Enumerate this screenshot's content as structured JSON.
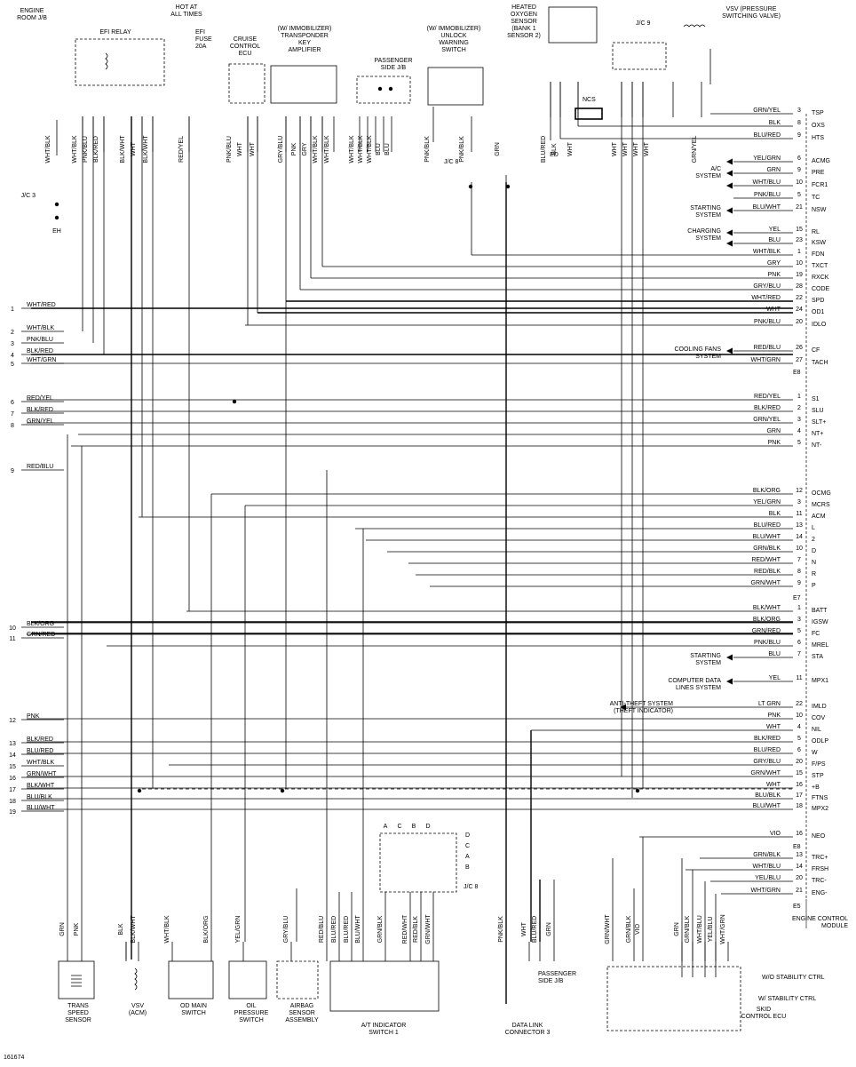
{
  "doc_id": "161674",
  "header": {
    "engine_room_jb": "ENGINE\nROOM J/B",
    "efi_relay": "EFI RELAY",
    "hot_at_all_times": "HOT AT\nALL TIMES",
    "efi_fuse": "EFI\nFUSE\n20A",
    "cruise_ecu": "CRUISE\nCONTROL\nECU",
    "immobilizer_amp": "(W/ IMMOBILIZER)\nTRANSPONDER\nKEY\nAMPLIFIER",
    "passenger_jb_top": "PASSENGER\nSIDE J/B",
    "unlock_switch": "(W/ IMMOBILIZER)\nUNLOCK\nWARNING\nSWITCH",
    "o2_sensor": "HEATED\nOXYGEN\nSENSOR\n(BANK 1\nSENSOR 2)",
    "jc9": "J/C 9",
    "vsv": "VSV (PRESSURE\nSWITCHING VALVE)",
    "jc3": "J/C 3",
    "eh": "EH",
    "jc8": "J/C 8",
    "ncs": "NCS",
    "ed": "ED"
  },
  "ecm_pins": [
    {
      "wire": "GRN/YEL",
      "num": "3",
      "name": "TSP"
    },
    {
      "wire": "BLK",
      "num": "8",
      "name": "OXS"
    },
    {
      "wire": "BLU/RED",
      "num": "9",
      "name": "HTS"
    },
    {
      "wire": "YEL/GRN",
      "num": "6",
      "name": "ACMG"
    },
    {
      "wire": "GRN",
      "num": "9",
      "name": "PRE"
    },
    {
      "wire": "WHT/BLU",
      "num": "10",
      "name": "FCR1"
    },
    {
      "wire": "PNK/BLU",
      "num": "5",
      "name": "TC"
    },
    {
      "wire": "BLU/WHT",
      "num": "21",
      "name": "NSW"
    },
    {
      "wire": "YEL",
      "num": "15",
      "name": "RL"
    },
    {
      "wire": "BLU",
      "num": "23",
      "name": "KSW"
    },
    {
      "wire": "WHT/BLK",
      "num": "1",
      "name": "FDN"
    },
    {
      "wire": "GRY",
      "num": "10",
      "name": "TXCT"
    },
    {
      "wire": "PNK",
      "num": "19",
      "name": "RXCK"
    },
    {
      "wire": "GRY/BLU",
      "num": "28",
      "name": "CODE"
    },
    {
      "wire": "WHT/RED",
      "num": "22",
      "name": "SPD"
    },
    {
      "wire": "WHT",
      "num": "24",
      "name": "OD1"
    },
    {
      "wire": "PNK/BLU",
      "num": "20",
      "name": "IDLO"
    },
    {
      "wire": "RED/BLU",
      "num": "26",
      "name": "CF"
    },
    {
      "wire": "WHT/GRN",
      "num": "27",
      "name": "TACH"
    },
    {
      "wire": "RED/YEL",
      "num": "1",
      "name": "S1"
    },
    {
      "wire": "BLK/RED",
      "num": "2",
      "name": "SLU"
    },
    {
      "wire": "GRN/YEL",
      "num": "3",
      "name": "SLT+"
    },
    {
      "wire": "GRN",
      "num": "4",
      "name": "NT+"
    },
    {
      "wire": "PNK",
      "num": "5",
      "name": "NT-"
    },
    {
      "wire": "BLK/ORG",
      "num": "12",
      "name": "OCMG"
    },
    {
      "wire": "YEL/GRN",
      "num": "3",
      "name": "MCRS"
    },
    {
      "wire": "BLK",
      "num": "11",
      "name": "ACM"
    },
    {
      "wire": "BLU/RED",
      "num": "13",
      "name": "L"
    },
    {
      "wire": "BLU/WHT",
      "num": "14",
      "name": "2"
    },
    {
      "wire": "GRN/BLK",
      "num": "10",
      "name": "D"
    },
    {
      "wire": "RED/WHT",
      "num": "7",
      "name": "N"
    },
    {
      "wire": "RED/BLK",
      "num": "8",
      "name": "R"
    },
    {
      "wire": "GRN/WHT",
      "num": "9",
      "name": "P"
    },
    {
      "wire": "BLK/WHT",
      "num": "1",
      "name": "BATT"
    },
    {
      "wire": "BLK/ORG",
      "num": "3",
      "name": "IGSW"
    },
    {
      "wire": "GRN/RED",
      "num": "5",
      "name": "FC"
    },
    {
      "wire": "PNK/BLU",
      "num": "6",
      "name": "MREL"
    },
    {
      "wire": "BLU",
      "num": "7",
      "name": "STA"
    },
    {
      "wire": "YEL",
      "num": "11",
      "name": "MPX1"
    },
    {
      "wire": "LT GRN",
      "num": "22",
      "name": "IMLD"
    },
    {
      "wire": "PNK",
      "num": "10",
      "name": "COV"
    },
    {
      "wire": "WHT",
      "num": "4",
      "name": "NIL"
    },
    {
      "wire": "BLK/RED",
      "num": "5",
      "name": "ODLP"
    },
    {
      "wire": "BLU/RED",
      "num": "6",
      "name": "W"
    },
    {
      "wire": "GRY/BLU",
      "num": "20",
      "name": "F/PS"
    },
    {
      "wire": "GRN/WHT",
      "num": "15",
      "name": "STP"
    },
    {
      "wire": "WHT",
      "num": "16",
      "name": "+B"
    },
    {
      "wire": "BLU/BLK",
      "num": "17",
      "name": "FTNS"
    },
    {
      "wire": "BLU/WHT",
      "num": "18",
      "name": "MPX2"
    },
    {
      "wire": "VIO",
      "num": "16",
      "name": "NEO"
    },
    {
      "wire": "GRN/BLK",
      "num": "13",
      "name": "TRC+"
    },
    {
      "wire": "WHT/BLU",
      "num": "14",
      "name": "FRSH"
    },
    {
      "wire": "YEL/BLU",
      "num": "20",
      "name": "TRC-"
    },
    {
      "wire": "WHT/GRN",
      "num": "21",
      "name": "ENG-"
    }
  ],
  "connector_labels": [
    "E8",
    "E7",
    "E8",
    "E5"
  ],
  "system_labels": [
    "A/C\nSYSTEM",
    "STARTING\nSYSTEM",
    "CHARGING\nSYSTEM",
    "COOLING FANS\nSYSTEM",
    "STARTING\nSYSTEM",
    "COMPUTER DATA\nLINES SYSTEM",
    "ANTI-THEFT SYSTEM\n(THEFT INDICATOR)"
  ],
  "left_connectors": [
    {
      "num": "1",
      "wire": "WHT/RED"
    },
    {
      "num": "2",
      "wire": "WHT/BLK"
    },
    {
      "num": "3",
      "wire": "PNK/BLU"
    },
    {
      "num": "4",
      "wire": "BLK/RED"
    },
    {
      "num": "5",
      "wire": "WHT/GRN"
    },
    {
      "num": "6",
      "wire": "RED/YEL"
    },
    {
      "num": "7",
      "wire": "BLK/RED"
    },
    {
      "num": "8",
      "wire": "GRN/YEL"
    },
    {
      "num": "9",
      "wire": "RED/BLU"
    },
    {
      "num": "10",
      "wire": "BLK/ORG"
    },
    {
      "num": "11",
      "wire": "GRN/RED"
    },
    {
      "num": "12",
      "wire": "PNK"
    },
    {
      "num": "13",
      "wire": "BLK/RED"
    },
    {
      "num": "14",
      "wire": "BLU/RED"
    },
    {
      "num": "15",
      "wire": "WHT/BLK"
    },
    {
      "num": "16",
      "wire": "GRN/WHT"
    },
    {
      "num": "17",
      "wire": "BLK/WHT"
    },
    {
      "num": "18",
      "wire": "BLU/BLK"
    },
    {
      "num": "19",
      "wire": "BLU/WHT"
    }
  ],
  "top_wires": [
    "WHT/BLK",
    "WHT/BLK",
    "PNK/BLU",
    "BLK/RED",
    "BLK/WHT",
    "WHT",
    "BLK/WHT",
    "RED/YEL",
    "PNK/BLU",
    "WHT",
    "WHT",
    "GRY/BLU",
    "PNK",
    "GRY",
    "WHT/BLK",
    "WHT/BLK",
    "WHT/BLK",
    "WHT/BLK",
    "WHT/BLK",
    "BLU",
    "BLU",
    "PNK/BLK",
    "PNK/BLK",
    "GRN",
    "BLU/RED",
    "BLK",
    "WHT",
    "WHT",
    "WHT",
    "WHT",
    "WHT",
    "GRN/YEL"
  ],
  "bottom_components": {
    "trans_speed": "TRANS\nSPEED\nSENSOR",
    "vsv_acm": "VSV\n(ACM)",
    "od_main": "OD MAIN\nSWITCH",
    "oil_pressure": "OIL\nPRESSURE\nSWITCH",
    "airbag": "AIRBAG\nSENSOR\nASSEMBLY",
    "at_indicator": "A/T INDICATOR\nSWITCH 1",
    "dlc": "DATA LINK\nCONNECTOR 3",
    "passenger_jb": "PASSENGER\nSIDE J/B",
    "skid_ecu": "SKID\nCONTROL ECU",
    "wo_stability": "W/O STABILITY CTRL",
    "w_stability": "W/ STABILITY CTRL",
    "ecm": "ENGINE CONTROL\nMODULE"
  },
  "bottom_wires": [
    "GRN",
    "PNK",
    "BLK",
    "BLK/WHT",
    "WHT/BLK",
    "BLK/ORG",
    "YEL/GRN",
    "GRY/BLU",
    "RED/BLU",
    "BLU/RED",
    "BLU/RED",
    "BLU/WHT",
    "GRN/BLK",
    "RED/WHT",
    "RED/BLK",
    "GRN/WHT",
    "PNK/BLK",
    "WHT",
    "BLU/RED",
    "GRN",
    "GRN/WHT",
    "GRN/BLK",
    "VIO",
    "GRN",
    "GRN/BLK",
    "WHT/BLU",
    "YEL/BLU",
    "WHT/GRN"
  ]
}
